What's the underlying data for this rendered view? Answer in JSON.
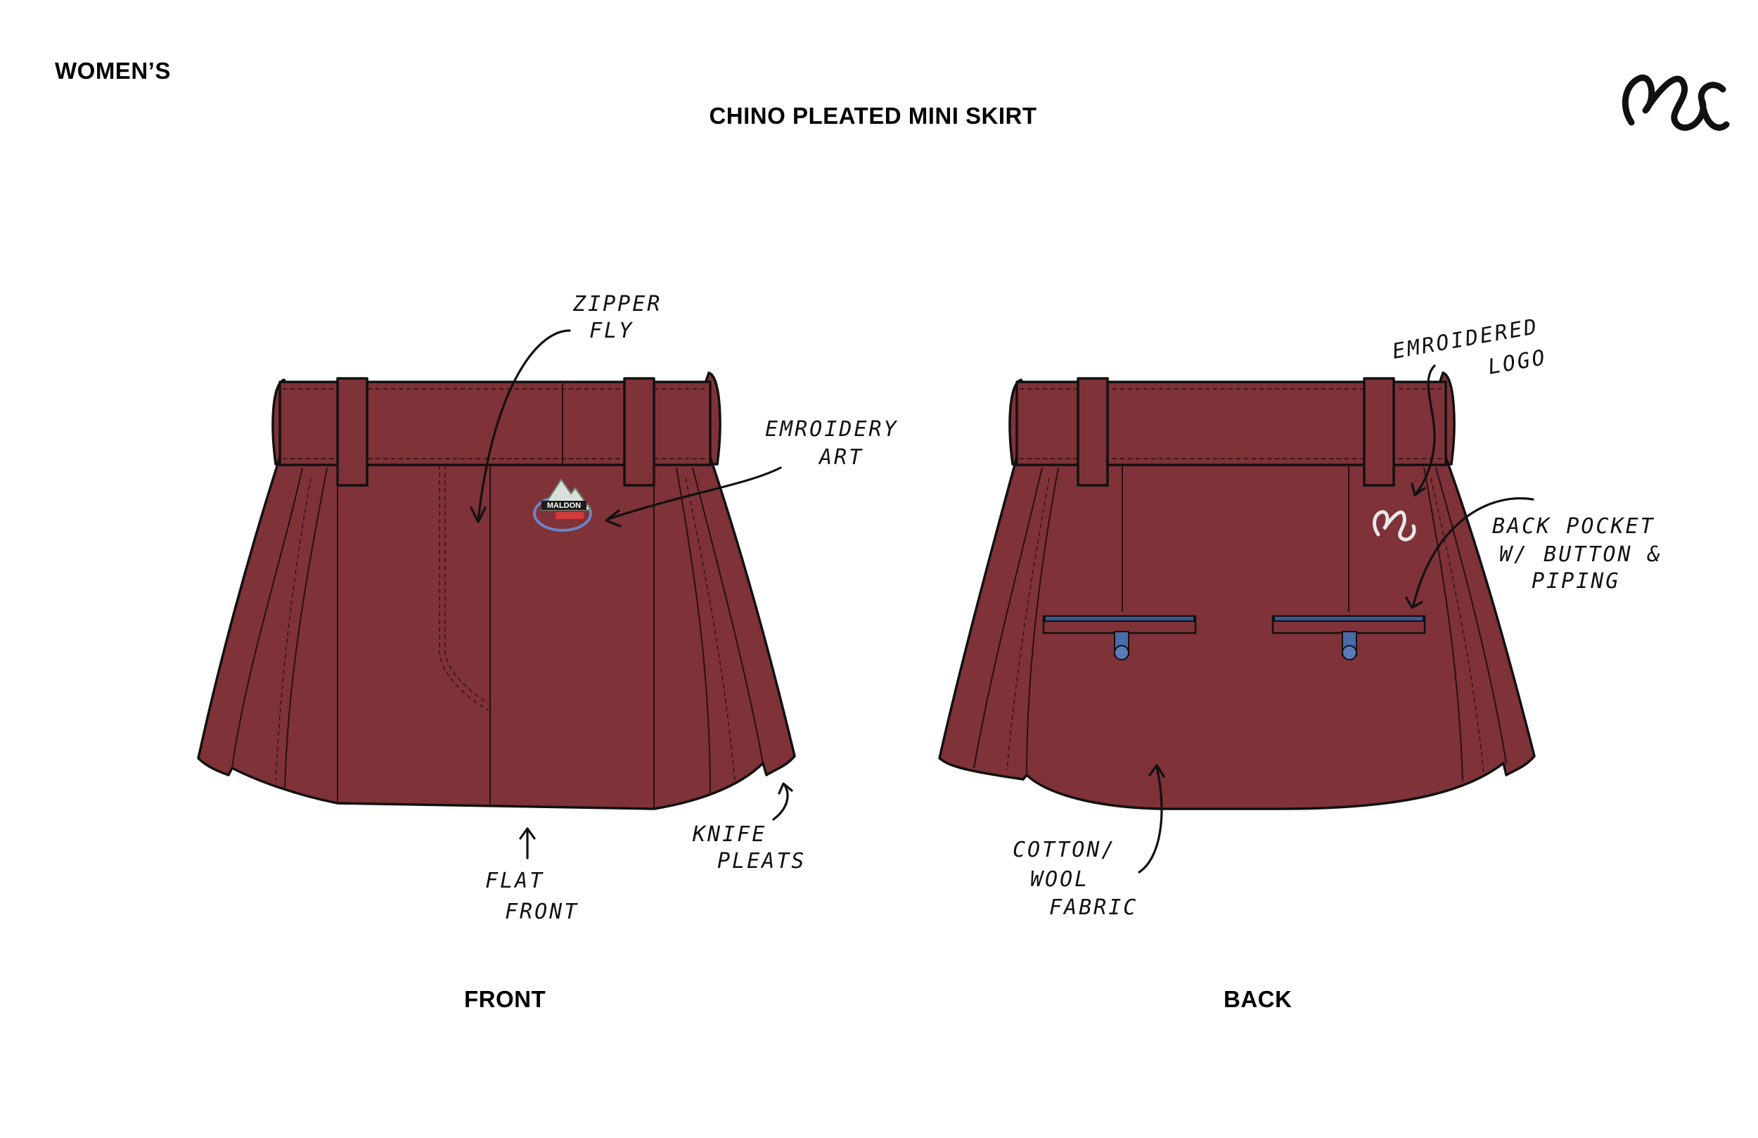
{
  "header": {
    "category": "WOMEN’S",
    "title": "CHINO PLEATED MINI SKIRT"
  },
  "views": {
    "front_label": "FRONT",
    "back_label": "BACK"
  },
  "front_notes": {
    "zipper": [
      "ZIPPER",
      "FLY"
    ],
    "embroidery": [
      "EMROIDERY",
      "ART"
    ],
    "flat_front": [
      "FLAT",
      "FRONT"
    ],
    "knife_pleats": [
      "KNIFE",
      "PLEATS"
    ]
  },
  "back_notes": {
    "logo": [
      "EMROIDERED",
      "LOGO"
    ],
    "pocket": [
      "BACK POCKET",
      "W/ BUTTON &",
      "PIPING"
    ],
    "fabric": [
      "COTTON/",
      "WOOL",
      "FABRIC"
    ]
  },
  "emblem": {
    "text": "MALDON"
  },
  "colors": {
    "garment": "#7f3238",
    "outline": "#111111",
    "piping": "#3b5a9a",
    "logo_embroidery": "#e8e8e8"
  }
}
